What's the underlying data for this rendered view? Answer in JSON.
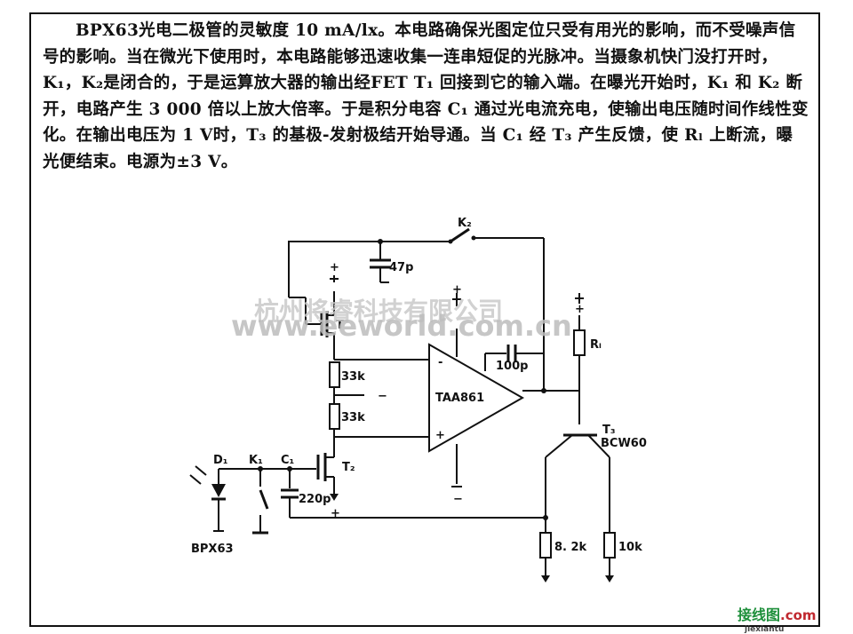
{
  "description": "BPX63光电二极管的灵敏度 10 mA/lx。本电路确保光图定位只受有用光的影响，而不受噪声信号的影响。当在微光下使用时，本电路能够迅速收集一连串短促的光脉冲。当摄象机快门没打开时，K₁，K₂是闭合的，于是运算放大器的输出经FET T₁ 回接到它的输入端。在曝光开始时，K₁ 和 K₂ 断开，电路产生 3 000 倍以上放大倍率。于是积分电容 C₁ 通过光电流充电，使输出电压随时间作线性变化。在输出电压为 1 V时，T₃ 的基极-发射极结开始导通。当 C₁ 经 T₃ 产生反馈，使 Rₗ 上断流，曝光便结束。电源为±3 V。",
  "labels": {
    "k2": "K₂",
    "c_top": "47p",
    "t1": "T",
    "plus_t1": "+",
    "r1": "33k",
    "r2": "33k",
    "minus_mid": "−",
    "opamp": "TAA861",
    "op_minus": "-",
    "op_plus": "+",
    "op_supply_plus": "+",
    "op_supply_minus": "−",
    "c_fb": "100p",
    "rl": "Rₗ",
    "rl_plus": "+",
    "t3": "T₃",
    "t3_part": "BCW60",
    "d1": "D₁",
    "k1": "K₁",
    "c1": "C₁",
    "t2": "T₂",
    "c220": "220p",
    "plus_bottom": "+",
    "r_82": "8. 2k",
    "r_10": "10k",
    "bpx": "BPX63"
  },
  "watermarks": {
    "chinese": "杭州将睿科技有限公司",
    "site": "www.eeworld.com.cn",
    "logo": "接线图",
    "logo_dot": ".com",
    "logo_sub": "jiexiantu"
  }
}
